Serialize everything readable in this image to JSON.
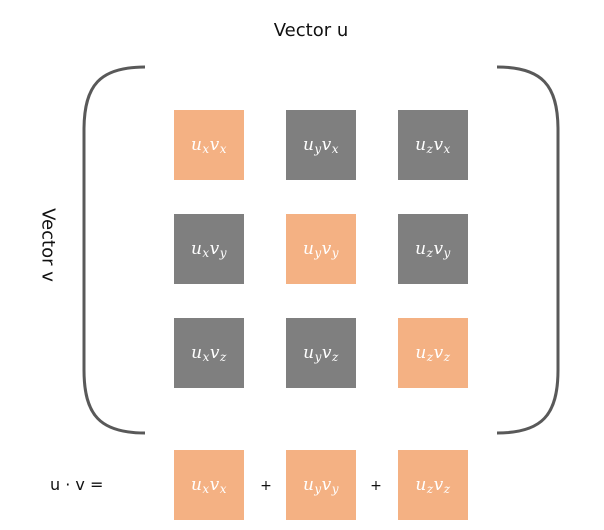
{
  "labels": {
    "vector_u": "Vector u",
    "vector_v": "Vector v",
    "dot_product": "u · v ="
  },
  "operators": {
    "plus": "+"
  },
  "colors": {
    "highlight": "#f4b183",
    "neutral": "#7f7f7f",
    "bracket": "#595959"
  },
  "matrix": [
    [
      {
        "u": "x",
        "v": "x",
        "highlight": true
      },
      {
        "u": "y",
        "v": "x",
        "highlight": false
      },
      {
        "u": "z",
        "v": "x",
        "highlight": false
      }
    ],
    [
      {
        "u": "x",
        "v": "y",
        "highlight": false
      },
      {
        "u": "y",
        "v": "y",
        "highlight": true
      },
      {
        "u": "z",
        "v": "y",
        "highlight": false
      }
    ],
    [
      {
        "u": "x",
        "v": "z",
        "highlight": false
      },
      {
        "u": "y",
        "v": "z",
        "highlight": false
      },
      {
        "u": "z",
        "v": "z",
        "highlight": true
      }
    ]
  ],
  "sum_terms": [
    {
      "u": "x",
      "v": "x"
    },
    {
      "u": "y",
      "v": "y"
    },
    {
      "u": "z",
      "v": "z"
    }
  ],
  "symbols": {
    "u": "u",
    "v": "v"
  }
}
